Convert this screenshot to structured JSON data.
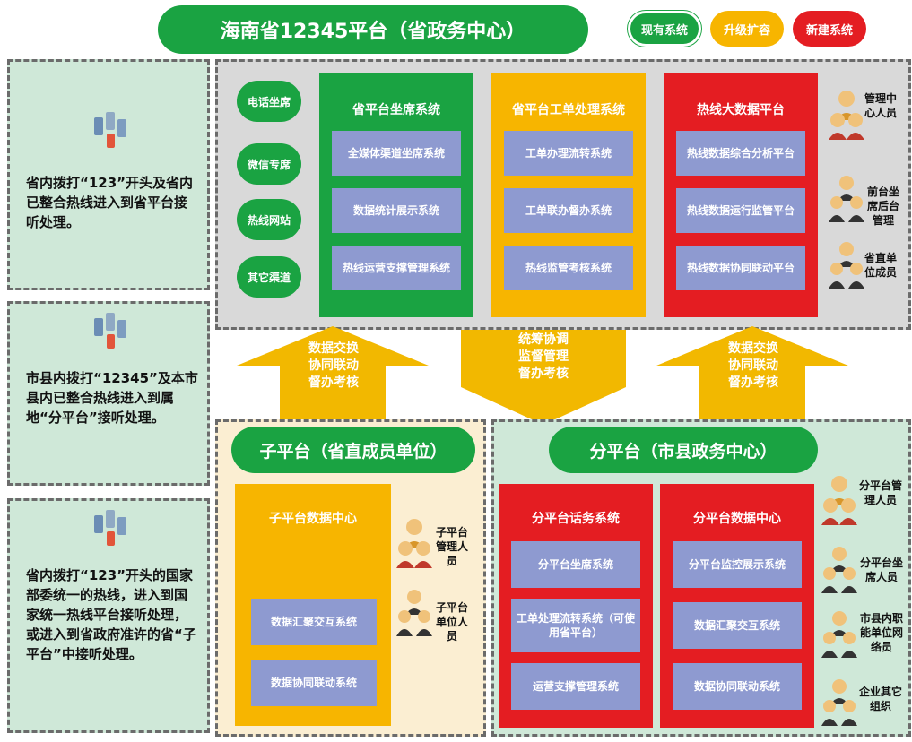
{
  "header": {
    "title": "海南省12345平台（省政务中心）",
    "legend": {
      "existing": "现有系统",
      "upgrade": "升级扩容",
      "new": "新建系统"
    }
  },
  "left_panels": [
    {
      "text": "省内拨打“123”开头及省内已整合热线进入到省平台接听处理。"
    },
    {
      "text": "市县内拨打“12345”及本市县内已整合热线进入到属地“分平台”接听处理。"
    },
    {
      "text": "省内拨打“123”开头的国家部委统一的热线，进入到国家统一热线平台接听处理，或进入到省政府准许的省“子平台”中接听处理。"
    }
  ],
  "channels": [
    "电话坐席",
    "微信专席",
    "热线网站",
    "其它渠道"
  ],
  "province_columns": [
    {
      "title": "省平台坐席系统",
      "items": [
        "全媒体渠道坐席系统",
        "数据统计展示系统",
        "热线运营支撑管理系统"
      ]
    },
    {
      "title": "省平台工单处理系统",
      "items": [
        "工单办理流转系统",
        "工单联办督办系统",
        "热线监管考核系统"
      ]
    },
    {
      "title": "热线大数据平台",
      "items": [
        "热线数据综合分析平台",
        "热线数据运行监管平台",
        "热线数据协同联动平台"
      ]
    }
  ],
  "province_roles": [
    "管理中心人员",
    "前台坐席后台管理",
    "省直单位成员"
  ],
  "arrows": {
    "left": [
      "数据交换",
      "协同联动",
      "督办考核"
    ],
    "center": [
      "统筹协调",
      "监督管理",
      "督办考核"
    ],
    "right": [
      "数据交换",
      "协同联动",
      "督办考核"
    ]
  },
  "sub_platform": {
    "title": "子平台（省直成员单位）",
    "column_title": "子平台数据中心",
    "items": [
      "数据汇聚交互系统",
      "数据协同联动系统"
    ],
    "roles": [
      "子平台管理人员",
      "子平台单位人员"
    ]
  },
  "branch_platform": {
    "title": "分平台（市县政务中心）",
    "columns": [
      {
        "title": "分平台话务系统",
        "items": [
          "分平台坐席系统",
          "工单处理流转系统（可使用省平台）",
          "运营支撑管理系统"
        ]
      },
      {
        "title": "分平台数据中心",
        "items": [
          "分平台监控展示系统",
          "数据汇聚交互系统",
          "数据协同联动系统"
        ]
      }
    ],
    "roles": [
      "分平台管理人员",
      "分平台坐席人员",
      "市县内职能单位网络员",
      "企业其它组织"
    ]
  },
  "colors": {
    "existing": "#1aa342",
    "upgrade": "#f7b500",
    "new": "#e41d22",
    "subsystem": "#8e9ad0"
  }
}
